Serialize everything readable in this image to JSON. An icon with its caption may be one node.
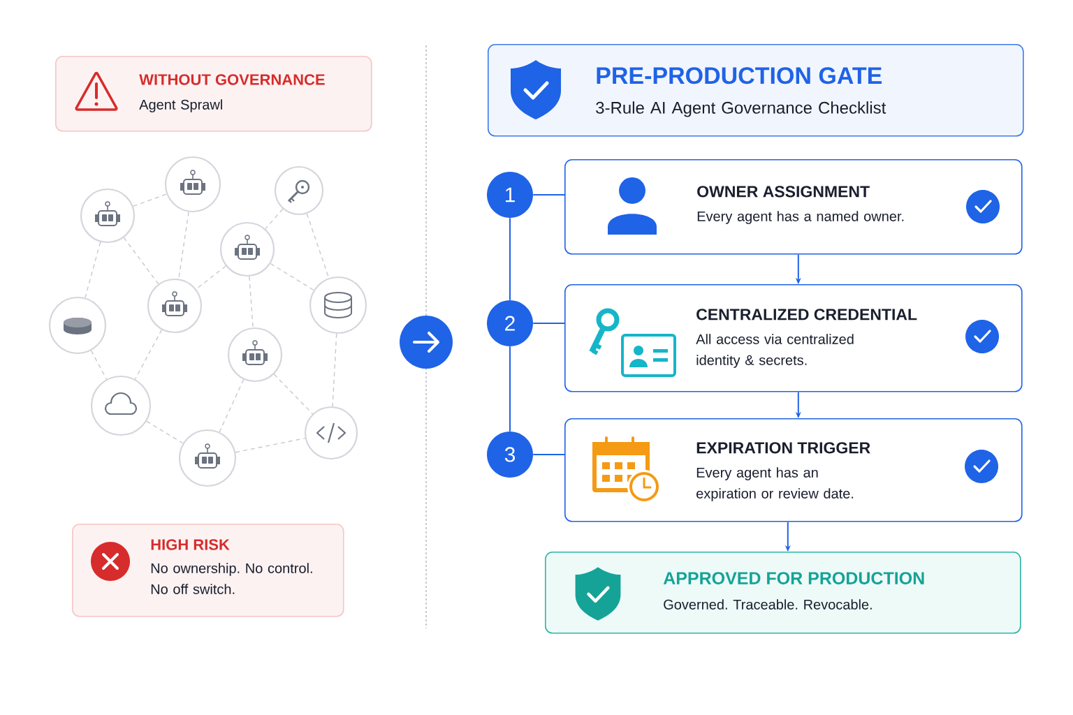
{
  "diagram": {
    "nodes": [
      {
        "text": [
          "WITHOUT GOVERNANCE",
          "Agent Sprawl"
        ]
      },
      {
        "text": [],
        "shape": "circle"
      },
      {
        "text": [],
        "shape": "circle"
      },
      {
        "text": [],
        "shape": "circle"
      },
      {
        "text": [],
        "shape": "circle"
      },
      {
        "text": [],
        "shape": "circle"
      },
      {
        "text": [],
        "shape": "circle"
      },
      {
        "text": [],
        "shape": "circle"
      },
      {
        "text": [],
        "shape": "circle"
      },
      {
        "text": [],
        "shape": "circle"
      },
      {
        "text": [],
        "shape": "circle"
      },
      {
        "text": [],
        "shape": "circle"
      },
      {
        "text": [
          "HIGH RISK",
          "No ownership. No control. No off switch."
        ]
      },
      {
        "text": [
          "PRE-PRODUCTION GATE",
          "3-Rule AI Agent Governance Checklist"
        ]
      },
      {
        "text": [
          "1"
        ]
      },
      {
        "text": [
          "2"
        ]
      },
      {
        "text": [
          "3"
        ]
      },
      {
        "text": [
          "OWNER ASSIGNMENT",
          "Every agent has a named owner."
        ]
      },
      {
        "text": [
          "CENTRALIZED CREDENTIAL",
          "All access via centralized identity & secrets."
        ]
      },
      {
        "text": [
          "EXPIRATION TRIGGER",
          "Every agent has an expiration or review date."
        ]
      },
      {
        "text": [
          "APPROVED FOR PRODUCTION",
          "Governed. Traceable. Revocable."
        ]
      }
    ],
    "edges": [
      {
        "from": 1,
        "to": 2,
        "arrow": "none",
        "style": "dashed"
      },
      {
        "from": 1,
        "to": 5,
        "arrow": "none",
        "style": "dashed"
      },
      {
        "from": 1,
        "to": 6,
        "arrow": "none",
        "style": "dashed"
      },
      {
        "from": 2,
        "to": 5,
        "arrow": "none",
        "style": "dashed"
      },
      {
        "from": 3,
        "to": 4,
        "arrow": "none",
        "style": "dashed"
      },
      {
        "from": 3,
        "to": 7,
        "arrow": "none",
        "style": "dashed"
      },
      {
        "from": 4,
        "to": 5,
        "arrow": "none",
        "style": "dashed"
      },
      {
        "from": 4,
        "to": 7,
        "arrow": "none",
        "style": "dashed"
      },
      {
        "from": 4,
        "to": 8,
        "arrow": "none",
        "style": "dashed"
      },
      {
        "from": 5,
        "to": 9,
        "arrow": "none",
        "style": "dashed"
      },
      {
        "from": 6,
        "to": 9,
        "arrow": "none",
        "style": "dashed"
      },
      {
        "from": 7,
        "to": 10,
        "arrow": "none",
        "style": "dashed"
      },
      {
        "from": 8,
        "to": 10,
        "arrow": "none",
        "style": "dashed"
      },
      {
        "from": 8,
        "to": 11,
        "arrow": "none",
        "style": "dashed"
      },
      {
        "from": 9,
        "to": 11,
        "arrow": "none",
        "style": "dashed"
      },
      {
        "from": 11,
        "to": 10,
        "arrow": "none",
        "style": "dashed"
      },
      {
        "from": 14,
        "to": 15,
        "arrow": "none",
        "color": "#1f63e6"
      },
      {
        "from": 15,
        "to": 16,
        "arrow": "none",
        "color": "#1f63e6"
      },
      {
        "from": 14,
        "to": 17,
        "arrow": "none",
        "color": "#1f63e6"
      },
      {
        "from": 15,
        "to": 18,
        "arrow": "none",
        "color": "#1f63e6"
      },
      {
        "from": 16,
        "to": 19,
        "arrow": "none",
        "color": "#1f63e6"
      },
      {
        "from": 17,
        "to": 18,
        "arrow": "to",
        "color": "#1f63e6"
      },
      {
        "from": 18,
        "to": 19,
        "arrow": "to",
        "color": "#1f63e6"
      },
      {
        "from": 19,
        "to": 20,
        "arrow": "to",
        "color": "#1f63e6"
      }
    ]
  }
}
